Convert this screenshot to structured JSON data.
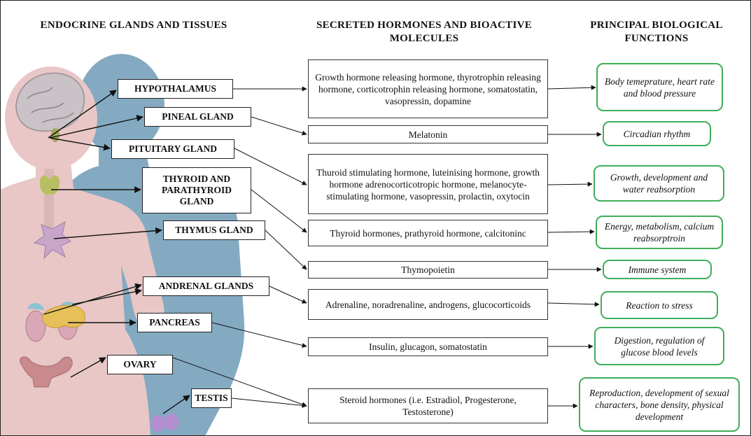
{
  "headers": {
    "glands": "ENDOCRINE GLANDS AND TISSUES",
    "hormones": "SECRETED HORMONES AND BIOACTIVE MOLECULES",
    "functions": "PRINCIPAL BIOLOGICAL FUNCTIONS"
  },
  "glands": [
    "HYPOTHALAMUS",
    "PINEAL GLAND",
    "PITUITARY GLAND",
    "THYROID AND PARATHYROID GLAND",
    "THYMUS GLAND",
    "ANDRENAL GLANDS",
    "PANCREAS",
    "OVARY",
    "TESTIS"
  ],
  "hormones": [
    "Growth hormone releasing hormone, thyrotrophin releasing hormone, corticotrophin releasing hormone, somatostatin, vasopressin, dopamine",
    "Melatonin",
    "Thuroid stimulating hormone, luteinising hormone, growth hormone adrenocorticotropic hormone, melanocyte-stimulating hormone, vasopressin, prolactin, oxytocin",
    "Thyroid hormones, prathyroid hormone, calcitoninc",
    "Thymopoietin",
    "Adrenaline, noradrenaline, androgens, glucocorticoids",
    "Insulin, glucagon, somatostatin",
    "Steroid hormones (i.e. Estradiol, Progesterone, Testosterone)"
  ],
  "functions": [
    "Body temeprature, heart rate and blood pressure",
    "Circadian rhythm",
    "Growth, development and water reabsorption",
    "Energy, metabolism, calcium reabsorptroin",
    "Immune system",
    "Reaction to stress",
    "Digestion, regulation of glucose blood levels",
    "Reproduction, development of sexual characters, bone density, physical development"
  ],
  "colors": {
    "function_border": "#3fae5a",
    "female_silhouette": "#e9c7c7",
    "male_silhouette": "#7aa3bd"
  }
}
